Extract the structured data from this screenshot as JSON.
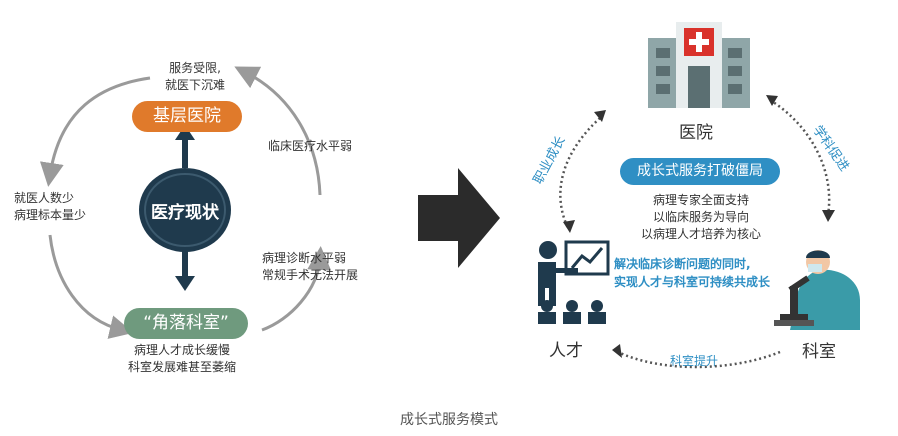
{
  "left": {
    "top_note": [
      "服务受限,",
      "就医下沉难"
    ],
    "node_primary": "基层医院",
    "center": "医疗现状",
    "right_top_note": "临床医疗水平弱",
    "right_bottom_note": [
      "病理诊断水平弱",
      "常规手术无法开展"
    ],
    "left_note": [
      "就医人数少",
      "病理标本量少"
    ],
    "node_corner": "“角落科室”",
    "bottom_note": [
      "病理人才成长缓慢",
      "科室发展难甚至萎缩"
    ]
  },
  "right": {
    "hospital_label": "医院",
    "banner": "成长式服务打破僵局",
    "support": [
      "病理专家全面支持",
      "以临床服务为导向",
      "以病理人才培养为核心"
    ],
    "highlight": [
      "解决临床诊断问题的同时,",
      "实现人才与科室可持续共成长"
    ],
    "talent_label": "人才",
    "dept_label": "科室",
    "arrow_left": "职业成长",
    "arrow_right": "学科促进",
    "arrow_bottom": "科室提升"
  },
  "caption": "成长式服务模式",
  "colors": {
    "orange": "#e07a2b",
    "green": "#6f9a7e",
    "navy": "#1f3a4d",
    "blue": "#2f8fc4",
    "gray": "#9a9a9a",
    "dark": "#333333"
  }
}
